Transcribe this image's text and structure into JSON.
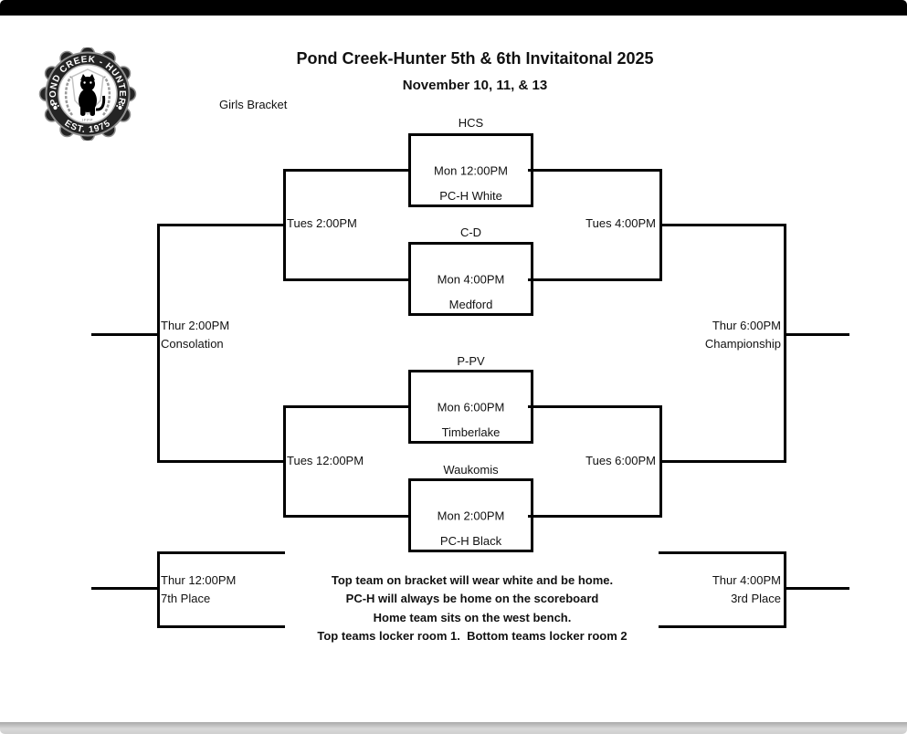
{
  "header": {
    "title": "Pond Creek-Hunter 5th & 6th Invitaitonal 2025",
    "subtitle": "November 10, 11, & 13",
    "bracket_label": "Girls Bracket"
  },
  "logo": {
    "arc_top": "POND CREEK - HUNTER",
    "arc_bottom": "EST. 1975",
    "center_mark": "IFPP"
  },
  "matches": [
    {
      "top_team": "HCS",
      "time": "Mon 12:00PM",
      "bottom_team": "PC-H White"
    },
    {
      "top_team": "C-D",
      "time": "Mon 4:00PM",
      "bottom_team": "Medford"
    },
    {
      "top_team": "P-PV",
      "time": "Mon 6:00PM",
      "bottom_team": "Timberlake"
    },
    {
      "top_team": "Waukomis",
      "time": "Mon 2:00PM",
      "bottom_team": "PC-H Black"
    }
  ],
  "labels": {
    "semi_left_top": "Tues 2:00PM",
    "semi_left_bottom": "Tues 12:00PM",
    "semi_right_top": "Tues 4:00PM",
    "semi_right_bottom": "Tues 6:00PM",
    "consolation_time": "Thur 2:00PM",
    "consolation_name": "Consolation",
    "championship_time": "Thur 6:00PM",
    "championship_name": "Championship",
    "seventh_time": "Thur 12:00PM",
    "seventh_name": "7th Place",
    "third_time": "Thur 4:00PM",
    "third_name": "3rd Place"
  },
  "notes": [
    "Top team on bracket will wear white and be home.",
    "PC-H will always be home on the scoreboard",
    "Home team sits on the west bench.",
    "Top teams locker room 1.  Bottom teams locker room 2"
  ],
  "colors": {
    "line": "#000000",
    "top_bar": "#000000",
    "bottom_bar": "#cfcfcf"
  }
}
